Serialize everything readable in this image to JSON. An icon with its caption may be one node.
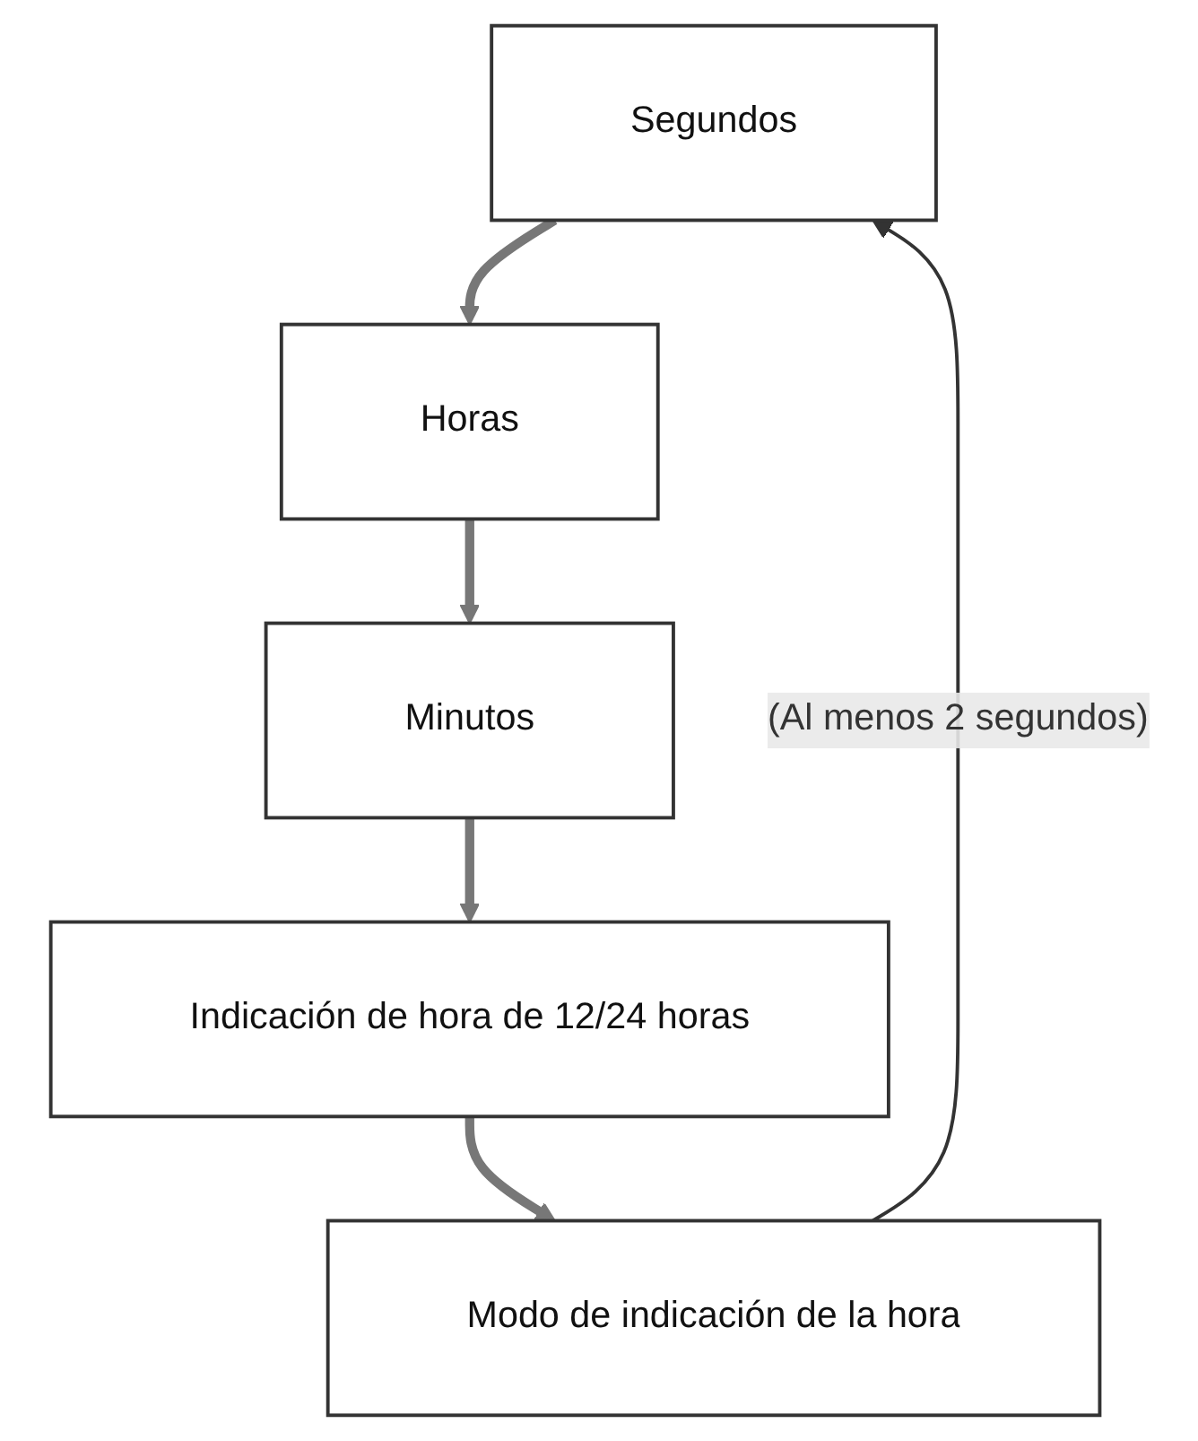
{
  "diagram": {
    "nodes": [
      {
        "text": [
          "Segundos"
        ]
      },
      {
        "text": [
          "Horas"
        ]
      },
      {
        "text": [
          "Minutos"
        ]
      },
      {
        "text": [
          "Indicación de hora de 12/24 horas"
        ]
      },
      {
        "text": [
          "Modo de indicación de la hora"
        ]
      }
    ],
    "edges": [
      {
        "from": 0,
        "to": 1,
        "arrow": "to"
      },
      {
        "from": 1,
        "to": 2,
        "arrow": "to"
      },
      {
        "from": 2,
        "to": 3,
        "arrow": "to"
      },
      {
        "from": 3,
        "to": 4,
        "arrow": "to"
      },
      {
        "from": 4,
        "to": 0,
        "arrow": "to",
        "label": "(Al menos 2 segundos)",
        "color": "#333333"
      }
    ]
  }
}
